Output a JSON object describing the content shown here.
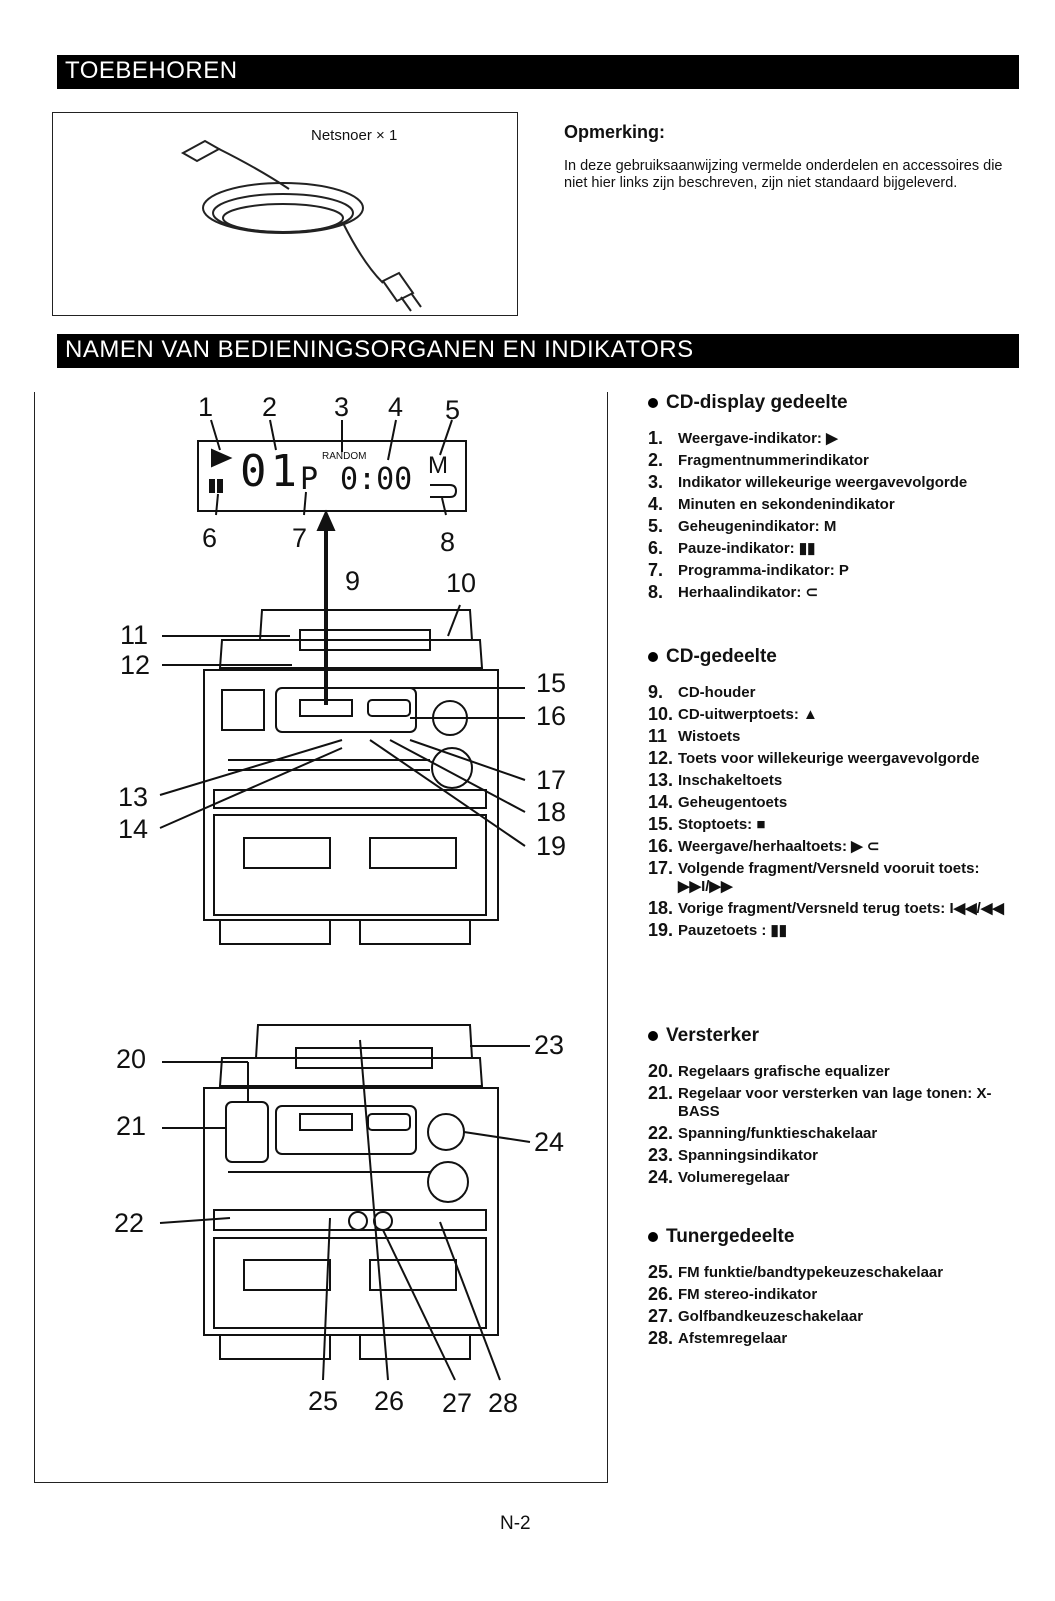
{
  "sections": {
    "accessories_title": "TOEBEHOREN",
    "controls_title": "NAMEN VAN BEDIENINGSORGANEN EN INDIKATORS"
  },
  "accessories": {
    "cord_label": "Netsnoer × 1",
    "note_title": "Opmerking:",
    "note_text": "In deze gebruiksaanwijzing vermelde onderdelen en accessoires die niet hier links zijn beschreven, zijn niet standaard bijgeleverd."
  },
  "display": {
    "track": "01",
    "program_letter": "P",
    "time": "0:00",
    "random": "RANDOM",
    "memory": "M"
  },
  "callouts": [
    "1",
    "2",
    "3",
    "4",
    "5",
    "6",
    "7",
    "8",
    "9",
    "10",
    "11",
    "12",
    "13",
    "14",
    "15",
    "16",
    "17",
    "18",
    "19",
    "20",
    "21",
    "22",
    "23",
    "24",
    "25",
    "26",
    "27",
    "28"
  ],
  "lists": [
    {
      "heading": "CD-display gedeelte",
      "items": [
        {
          "num": "1.",
          "text": "Weergave-indikator: ▶"
        },
        {
          "num": "2.",
          "text": "Fragmentnummerindikator"
        },
        {
          "num": "3.",
          "text": "Indikator willekeurige weergavevolgorde"
        },
        {
          "num": "4.",
          "text": "Minuten en sekondenindikator"
        },
        {
          "num": "5.",
          "text": "Geheugenindikator: M"
        },
        {
          "num": "6.",
          "text": "Pauze-indikator: ▮▮"
        },
        {
          "num": "7.",
          "text": "Programma-indikator: P"
        },
        {
          "num": "8.",
          "text": "Herhaalindikator: ⊂"
        }
      ]
    },
    {
      "heading": "CD-gedeelte",
      "items": [
        {
          "num": "9.",
          "text": "CD-houder"
        },
        {
          "num": "10.",
          "text": "CD-uitwerptoets: ▲"
        },
        {
          "num": "11",
          "text": "Wistoets"
        },
        {
          "num": "12.",
          "text": "Toets voor willekeurige weergavevolgorde"
        },
        {
          "num": "13.",
          "text": "Inschakeltoets"
        },
        {
          "num": "14.",
          "text": "Geheugentoets"
        },
        {
          "num": "15.",
          "text": "Stoptoets: ■"
        },
        {
          "num": "16.",
          "text": "Weergave/herhaaltoets: ▶ ⊂"
        },
        {
          "num": "17.",
          "text": "Volgende fragment/Versneld vooruit toets: ▶▶I/▶▶"
        },
        {
          "num": "18.",
          "text": "Vorige fragment/Versneld terug toets: I◀◀/◀◀"
        },
        {
          "num": "19.",
          "text": "Pauzetoets : ▮▮"
        }
      ]
    },
    {
      "heading": "Versterker",
      "items": [
        {
          "num": "20.",
          "text": "Regelaars grafische equalizer"
        },
        {
          "num": "21.",
          "text": "Regelaar voor versterken van lage tonen: X-BASS"
        },
        {
          "num": "22.",
          "text": "Spanning/funktieschakelaar"
        },
        {
          "num": "23.",
          "text": "Spanningsindikator"
        },
        {
          "num": "24.",
          "text": "Volumeregelaar"
        }
      ]
    },
    {
      "heading": "Tunergedeelte",
      "items": [
        {
          "num": "25.",
          "text": "FM funktie/bandtypekeuzeschakelaar"
        },
        {
          "num": "26.",
          "text": "FM stereo-indikator"
        },
        {
          "num": "27.",
          "text": "Golfbandkeuzeschakelaar"
        },
        {
          "num": "28.",
          "text": "Afstemregelaar"
        }
      ]
    }
  ],
  "page_number": "N-2"
}
